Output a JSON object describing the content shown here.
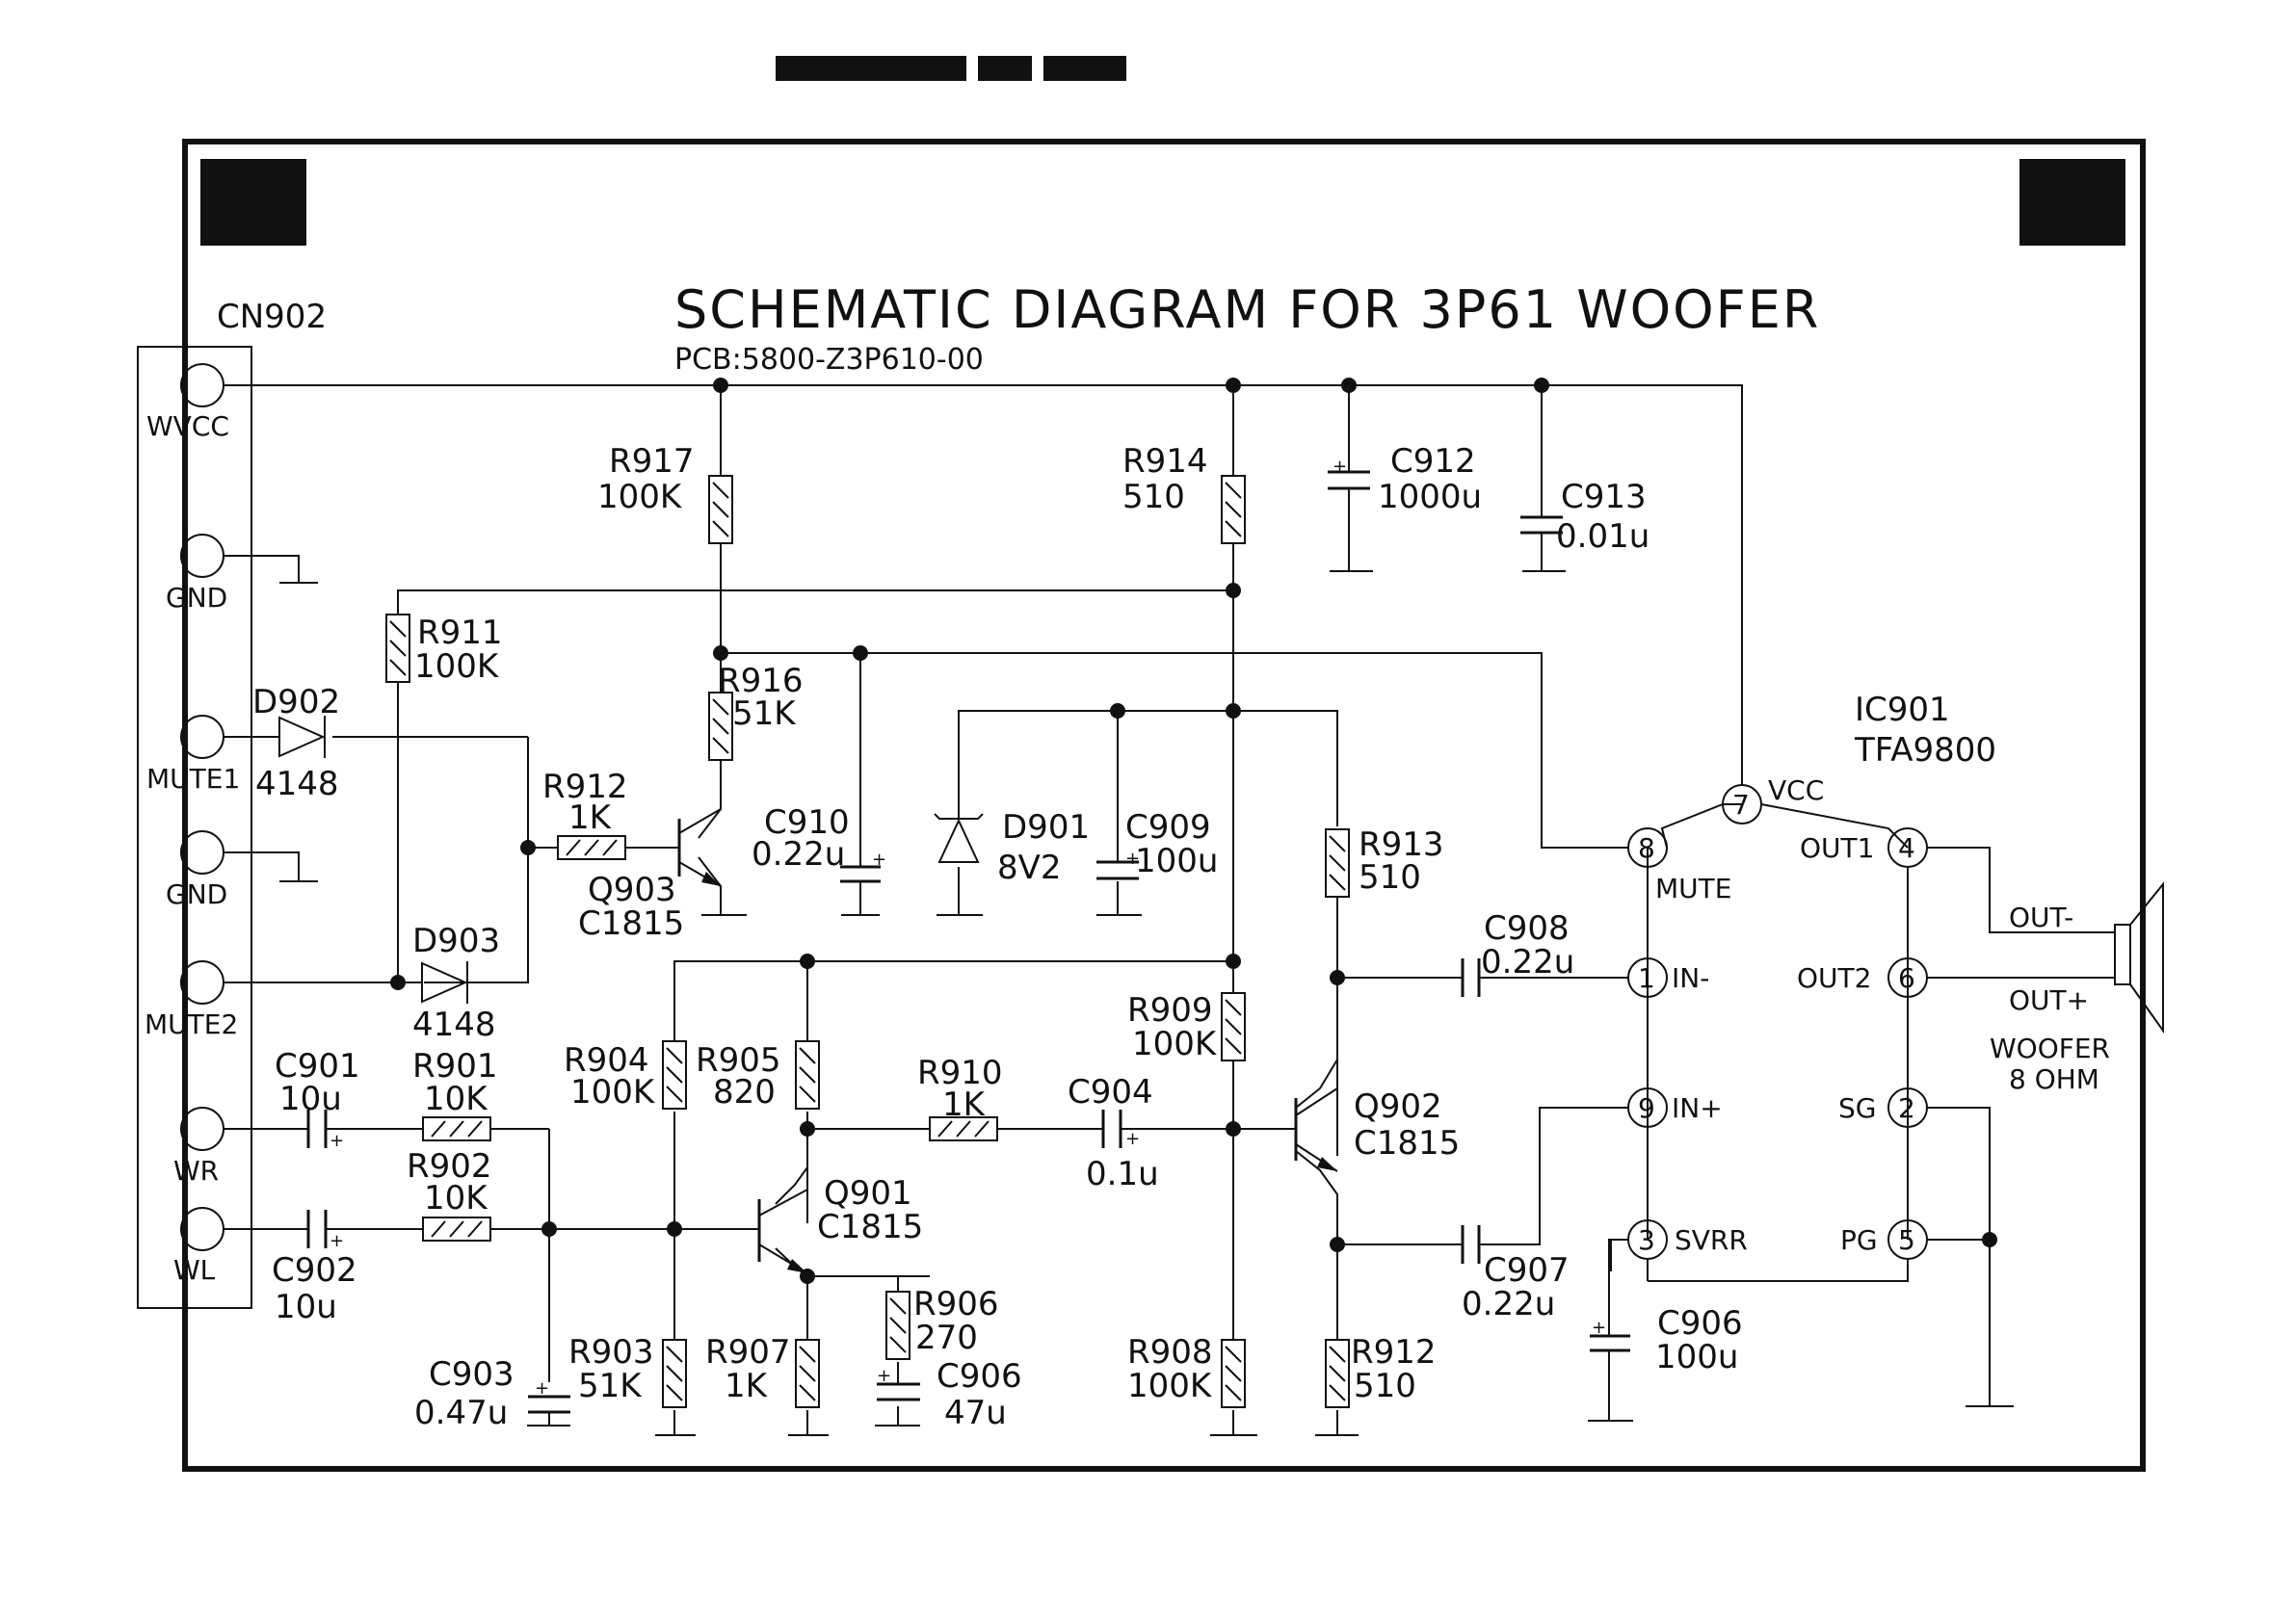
{
  "title": "SCHEMATIC DIAGRAM FOR 3P61 WOOFER",
  "pcb": "PCB:5800-Z3P610-00",
  "connector": {
    "ref": "CN902",
    "pins": [
      "WVCC",
      "GND",
      "MUTE1",
      "GND",
      "MUTE2",
      "WR",
      "WL"
    ]
  },
  "ic": {
    "ref": "IC901",
    "part": "TFA9800",
    "pins": [
      {
        "num": "7",
        "name": "VCC"
      },
      {
        "num": "8",
        "name": "MUTE"
      },
      {
        "num": "1",
        "name": "IN-"
      },
      {
        "num": "9",
        "name": "IN+"
      },
      {
        "num": "3",
        "name": "SVRR"
      },
      {
        "num": "4",
        "name": "OUT1"
      },
      {
        "num": "6",
        "name": "OUT2"
      },
      {
        "num": "2",
        "name": "SG"
      },
      {
        "num": "5",
        "name": "PG"
      }
    ]
  },
  "speaker": {
    "out_minus": "OUT-",
    "out_plus": "OUT+",
    "name": "WOOFER",
    "impedance": "8 OHM"
  },
  "parts": {
    "r917": {
      "ref": "R917",
      "val": "100K"
    },
    "r914": {
      "ref": "R914",
      "val": "510"
    },
    "c912": {
      "ref": "C912",
      "val": "1000u"
    },
    "c913": {
      "ref": "C913",
      "val": "0.01u"
    },
    "r911": {
      "ref": "R911",
      "val": "100K"
    },
    "d902": {
      "ref": "D902",
      "val": "4148"
    },
    "r916": {
      "ref": "R916",
      "val": "51K"
    },
    "r912a": {
      "ref": "R912",
      "val": "1K"
    },
    "q903": {
      "ref": "Q903",
      "val": "C1815"
    },
    "c910": {
      "ref": "C910",
      "val": "0.22u"
    },
    "d901": {
      "ref": "D901",
      "val": "8V2"
    },
    "c909": {
      "ref": "C909",
      "val": "100u"
    },
    "r913": {
      "ref": "R913",
      "val": "510"
    },
    "d903": {
      "ref": "D903",
      "val": "4148"
    },
    "c908": {
      "ref": "C908",
      "val": "0.22u"
    },
    "r909": {
      "ref": "R909",
      "val": "100K"
    },
    "c901": {
      "ref": "C901",
      "val": "10u"
    },
    "r901": {
      "ref": "R901",
      "val": "10K"
    },
    "r904": {
      "ref": "R904",
      "val": "100K"
    },
    "r905": {
      "ref": "R905",
      "val": "820"
    },
    "r910": {
      "ref": "R910",
      "val": "1K"
    },
    "c904": {
      "ref": "C904",
      "val": "0.1u"
    },
    "q902": {
      "ref": "Q902",
      "val": "C1815"
    },
    "r902": {
      "ref": "R902",
      "val": "10K"
    },
    "q901": {
      "ref": "Q901",
      "val": "C1815"
    },
    "c902": {
      "ref": "C902",
      "val": "10u"
    },
    "r906": {
      "ref": "R906",
      "val": "270"
    },
    "c907": {
      "ref": "C907",
      "val": "0.22u"
    },
    "c906a": {
      "ref": "C906",
      "val": "100u"
    },
    "c903": {
      "ref": "C903",
      "val": "0.47u"
    },
    "r903": {
      "ref": "R903",
      "val": "51K"
    },
    "r907": {
      "ref": "R907",
      "val": "1K"
    },
    "c906b": {
      "ref": "C906",
      "val": "47u"
    },
    "r908": {
      "ref": "R908",
      "val": "100K"
    },
    "r912b": {
      "ref": "R912",
      "val": "510"
    }
  }
}
